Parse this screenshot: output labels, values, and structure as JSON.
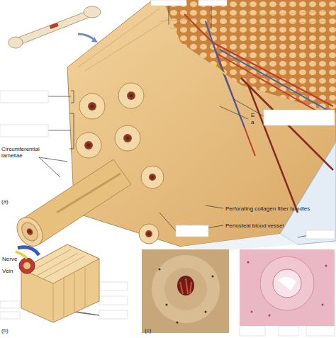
{
  "diagram": {
    "labels": [
      "Circumferential lamellae",
      "(a)",
      "E",
      "a",
      "Perforating collagen fiber bundles",
      "Periosteal blood vessel",
      "Nerve",
      "Vein",
      "(b)",
      "(c)"
    ]
  }
}
